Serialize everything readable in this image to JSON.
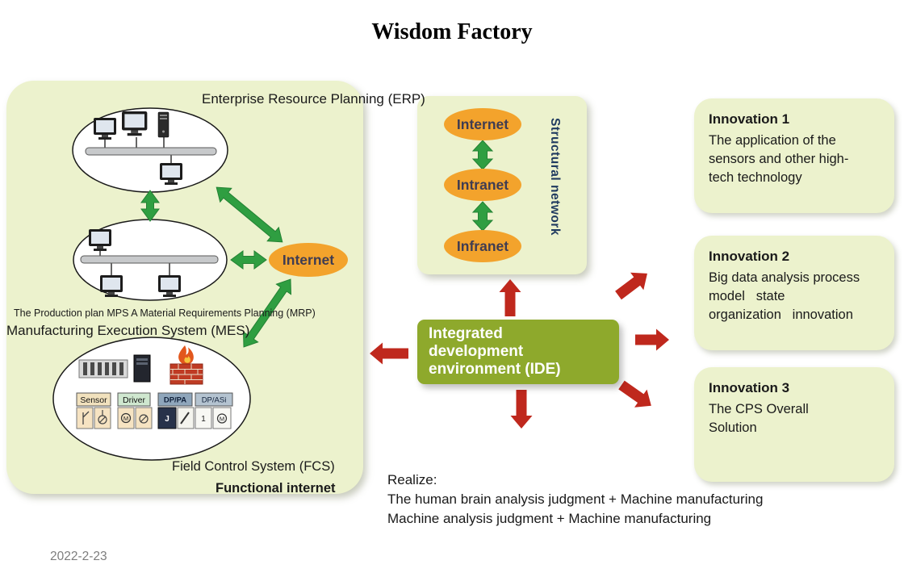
{
  "title": "Wisdom Factory",
  "date": "2022-2-23",
  "left_panel": {
    "erp_label": "Enterprise Resource Planning (ERP)",
    "internet_node": "Internet",
    "mps_mrp_line": "The Production plan MPS A Material Requirements Planning (MRP)",
    "mes_label": "Manufacturing Execution System (MES)",
    "fcs_label": "Field Control System (FCS)",
    "functional_internet_label": "Functional internet",
    "fcs_device_boxes": [
      "Sensor",
      "Driver",
      "DP/PA",
      "DP/ASi"
    ],
    "fcs_symbols": {
      "driver_m": "M",
      "dp_pa": "J",
      "dp_asi_1": "1",
      "dp_asi_m": "M"
    }
  },
  "structural_network": {
    "label": "Structural network",
    "nodes": [
      "Internet",
      "Intranet",
      "Infranet"
    ]
  },
  "ide": {
    "label": "Integrated\ndevelopment\nenvironment (IDE)"
  },
  "innovations": [
    {
      "title": "Innovation 1",
      "body": "The application of the\nsensors and other high-\ntech technology"
    },
    {
      "title": "Innovation 2",
      "body": "Big data analysis process\nmodel   state\norganization   innovation"
    },
    {
      "title": "Innovation 3",
      "body": "The CPS Overall\nSolution"
    }
  ],
  "realize": {
    "heading": "Realize:",
    "line1": "The human brain analysis judgment + Machine manufacturing",
    "line2": "Machine analysis judgment + Machine manufacturing"
  },
  "colors": {
    "panel_bg": "#ecf2cd",
    "node_orange": "#f3a32c",
    "arrow_green": "#2f9e41",
    "arrow_red": "#bf281d",
    "ide_bg": "#8ea92c",
    "network_label": "#1f3a5f"
  }
}
